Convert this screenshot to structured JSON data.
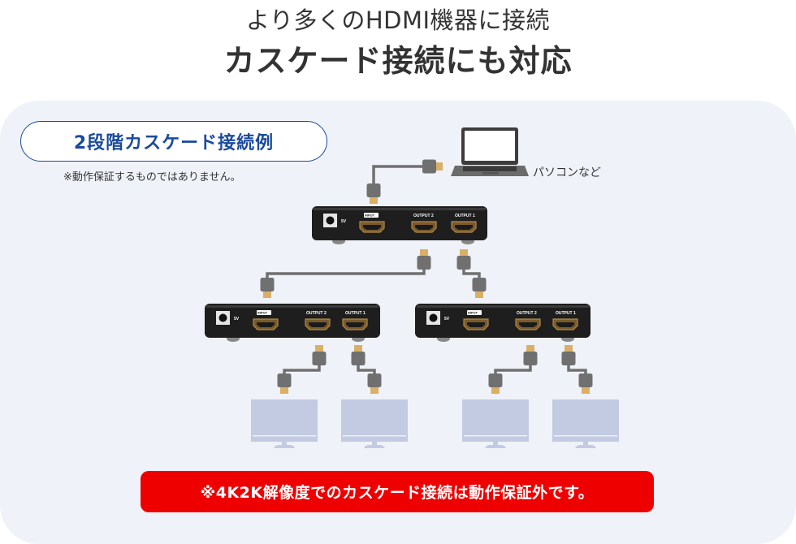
{
  "header": {
    "title_line1": "より多くのHDMI機器に接続",
    "title_line2": "カスケード接続にも対応"
  },
  "diagram": {
    "badge_label": "2段階カスケード接続例",
    "badge_note": "※動作保証するものではありません。",
    "source_device_label": "パソコンなど",
    "splitter_ports": {
      "input": "INPUT",
      "output2": "OUTPUT 2",
      "output1": "OUTPUT 1",
      "power": "5V"
    },
    "colors": {
      "panel_bg": "#eff2f8",
      "badge_blue": "#1a4a9c",
      "cable_gray": "#707070",
      "connector_gold": "#d9b066",
      "monitor_blue": "#c2cbe2",
      "warning_red": "#ee0000"
    }
  },
  "warning": {
    "text": "※4K2K解像度でのカスケード接続は動作保証外です。"
  }
}
